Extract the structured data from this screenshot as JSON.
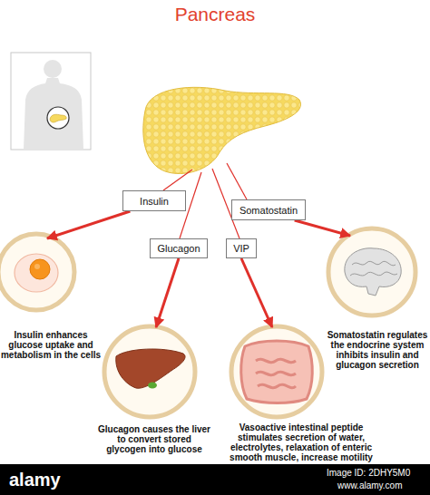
{
  "diagram": {
    "title": "Pancreas",
    "nodes": [
      {
        "text": [
          "Insulin"
        ]
      },
      {
        "text": [
          "Somatostatin"
        ]
      },
      {
        "text": [
          "Glucagon"
        ]
      },
      {
        "text": [
          "VIP"
        ]
      },
      {
        "text": [
          "Insulin enhances glucose uptake and metabolism in the cells"
        ]
      },
      {
        "text": [
          "Glucagon causes the liver to convert stored glycogen into glucose"
        ]
      },
      {
        "text": [
          "Vasoactive intestinal peptide stimulates secretion of water, electrolytes, relaxation of enteric smooth muscle, increase motility"
        ]
      },
      {
        "text": [
          "Somatostatin regulates the endocrine system inhibits insulin and glucagon secretion"
        ]
      }
    ],
    "edges": [
      {
        "from": 0,
        "to": 4,
        "arrow": "to"
      },
      {
        "from": 2,
        "to": 5,
        "arrow": "to"
      },
      {
        "from": 3,
        "to": 6,
        "arrow": "to"
      },
      {
        "from": 1,
        "to": 7,
        "arrow": "to"
      }
    ],
    "labels": [
      "alamy",
      "Image ID: 2DHY5M0",
      "www.alamy.com"
    ]
  }
}
